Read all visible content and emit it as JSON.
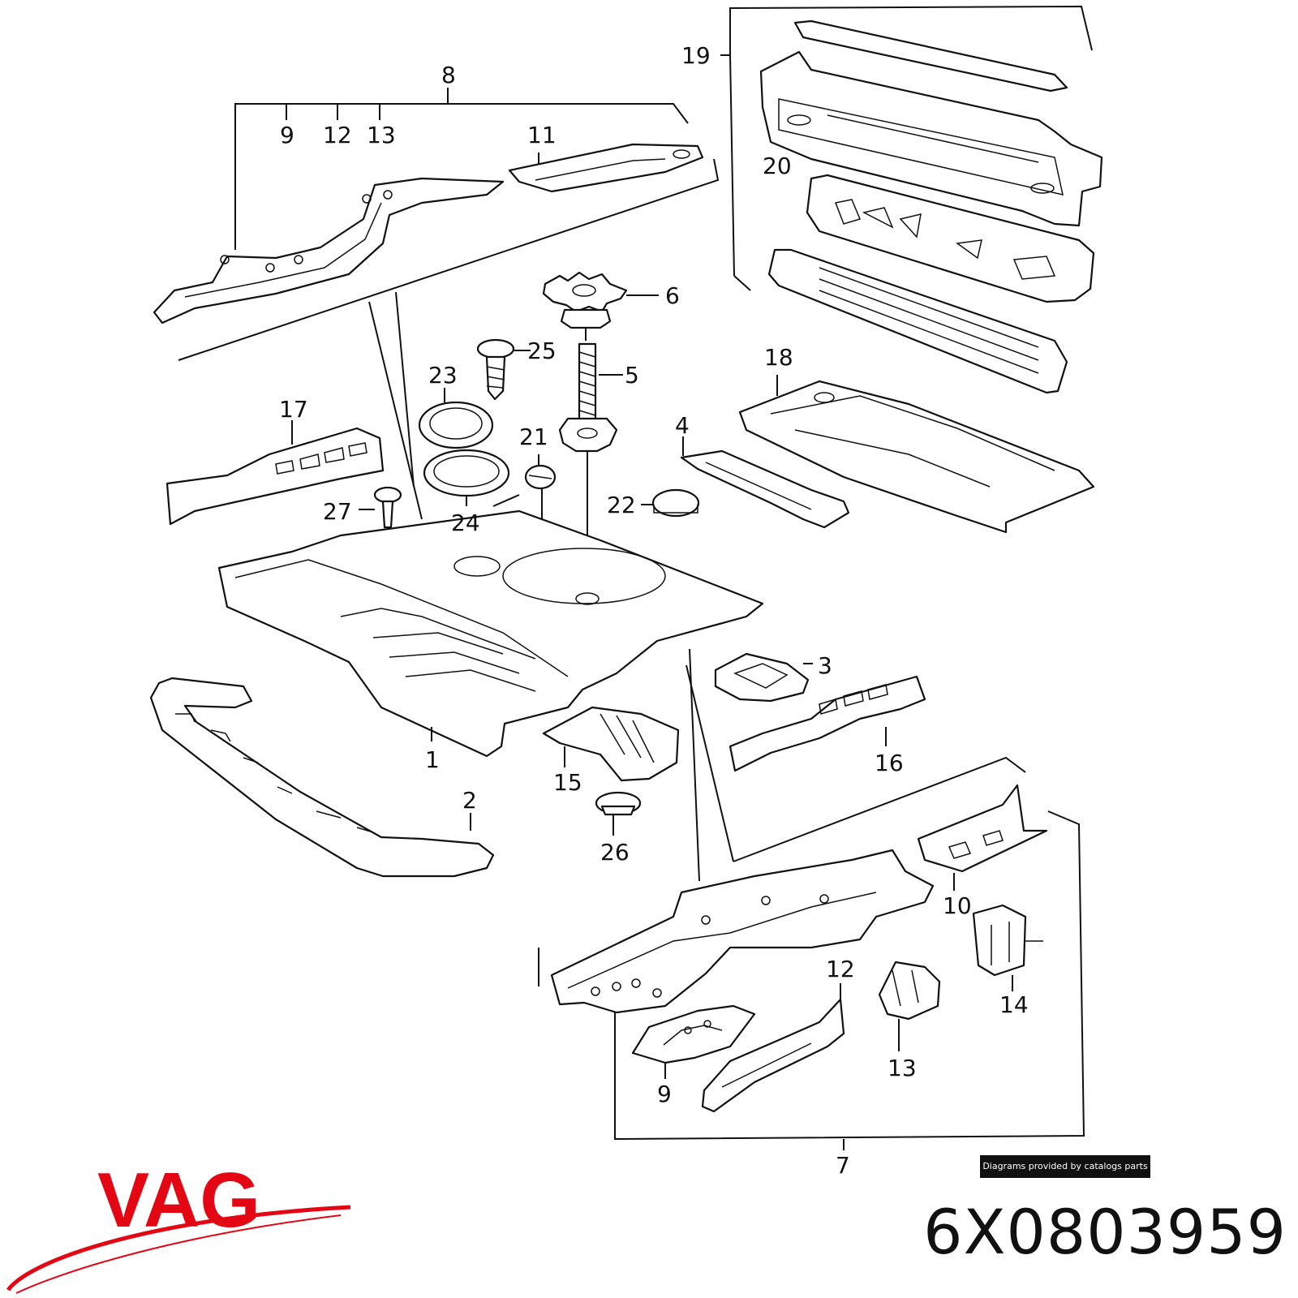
{
  "diagram": {
    "callouts": {
      "c1": "1",
      "c2": "2",
      "c3": "3",
      "c4": "4",
      "c5": "5",
      "c6": "6",
      "c7": "7",
      "c8": "8",
      "c9a": "9",
      "c9b": "9",
      "c10": "10",
      "c11": "11",
      "c12a": "12",
      "c12b": "12",
      "c13a": "13",
      "c13b": "13",
      "c14": "14",
      "c15": "15",
      "c16": "16",
      "c17": "17",
      "c18": "18",
      "c19": "19",
      "c20": "20",
      "c21": "21",
      "c22": "22",
      "c23": "23",
      "c24": "24",
      "c25": "25",
      "c26": "26",
      "c27": "27"
    }
  },
  "credit": "Diagrams provided by catalogs parts",
  "brand": {
    "logo_text": "VAG",
    "logo_color": "#e30613"
  },
  "part_number": "6X0803959"
}
